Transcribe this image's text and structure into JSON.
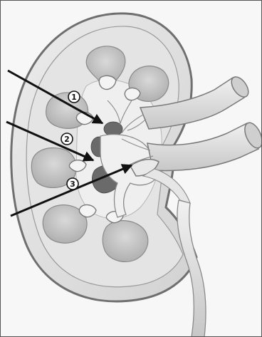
{
  "figure": {
    "markers": [
      "1",
      "2",
      "3"
    ]
  },
  "colors": {
    "background": "#f7f7f7",
    "capsule_outline": "#6f6f6f",
    "cortex_fill": "#e7e7e7",
    "medulla_fill": "#d9d9d9",
    "pyramid_fill": "#cbcbcb",
    "sinus_fill": "#efefef",
    "vessel_fill": "#e3e3e3",
    "dark_shading": "#6a6a6a",
    "arrow": "#111111"
  }
}
